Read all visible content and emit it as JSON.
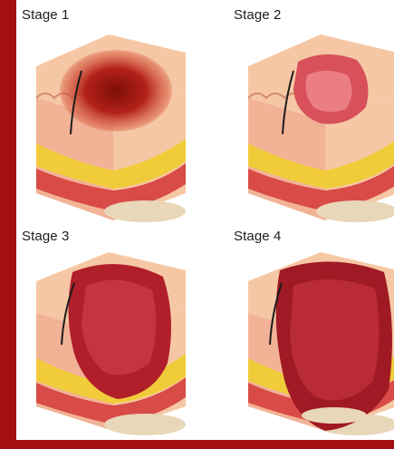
{
  "stages": [
    {
      "label": "Stage 1"
    },
    {
      "label": "Stage 2"
    },
    {
      "label": "Stage 3"
    },
    {
      "label": "Stage 4"
    }
  ],
  "colors": {
    "border": "#a30f12",
    "skin": "#f6c7a4",
    "dermis": "#f1a68d",
    "fat": "#f1cc3a",
    "muscle": "#d84b47",
    "bone": "#e8d7b8",
    "wound": "#b11f2a"
  },
  "icons": [
    "hair-follicle-icon",
    "skin-layers-icon"
  ]
}
